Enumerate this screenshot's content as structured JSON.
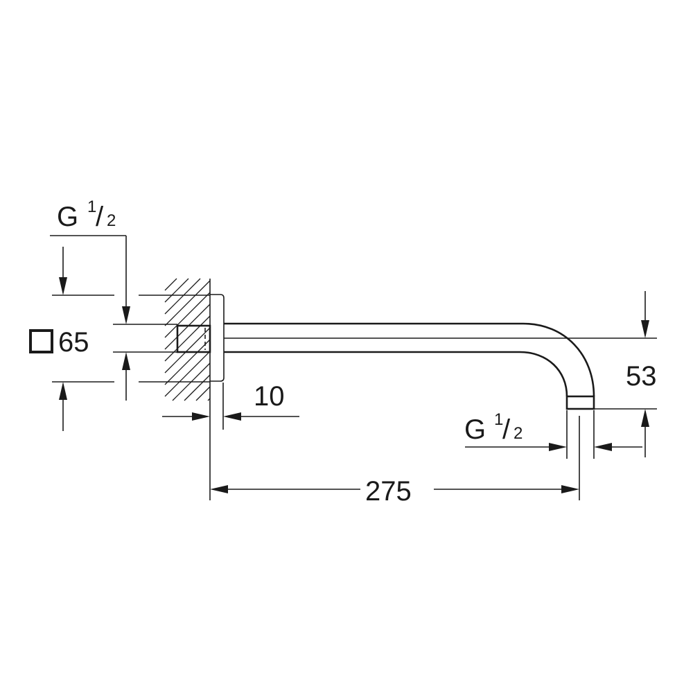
{
  "dimensions": {
    "inlet_thread": {
      "prefix": "G",
      "numerator": "1",
      "separator": "/",
      "denominator": "2"
    },
    "flange_size": "65",
    "flange_shape_icon": "square-outline-icon",
    "wall_offset": "10",
    "outlet_drop": "53",
    "outlet_thread": {
      "prefix": "G",
      "numerator": "1",
      "separator": "/",
      "denominator": "2"
    },
    "projection_length": "275"
  },
  "colors": {
    "line": "#1a1a1a",
    "background": "#ffffff"
  }
}
